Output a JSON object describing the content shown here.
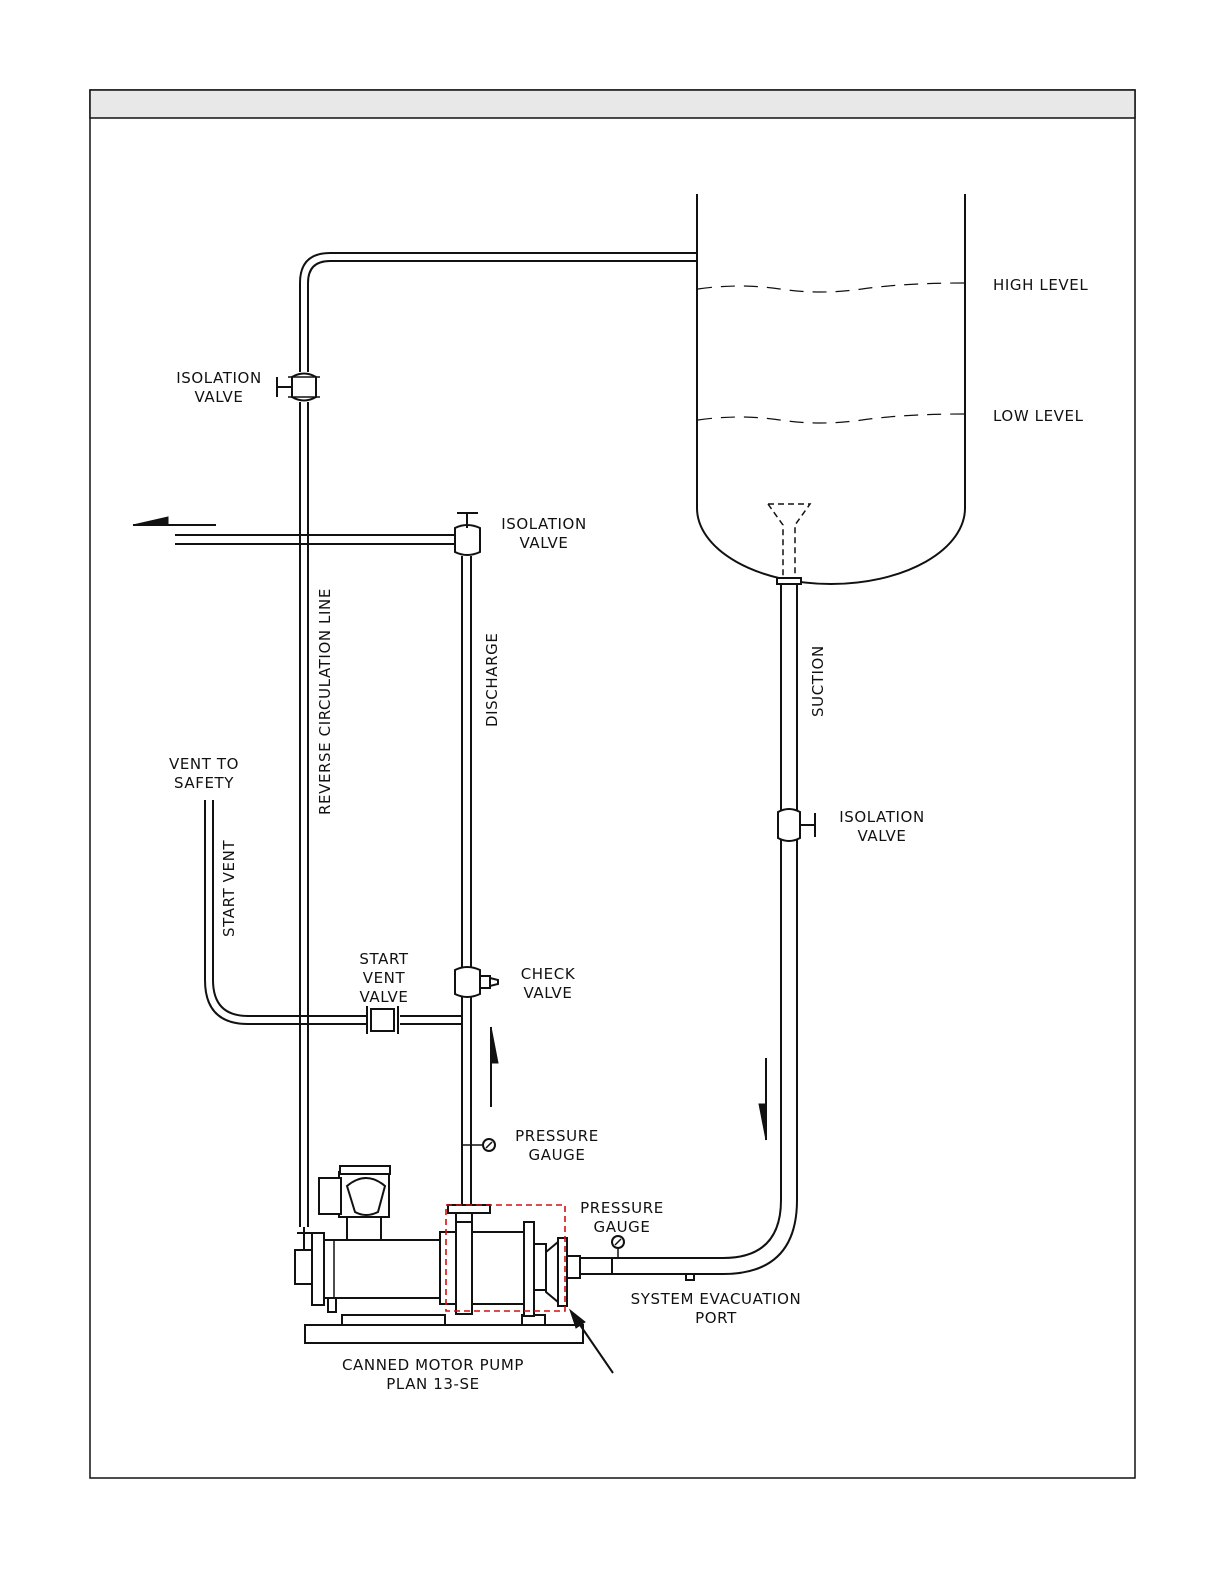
{
  "labels": {
    "high_level": "HIGH LEVEL",
    "low_level": "LOW LEVEL",
    "isolation_valve_top": [
      "ISOLATION",
      "VALVE"
    ],
    "isolation_valve_discharge": [
      "ISOLATION",
      "VALVE"
    ],
    "isolation_valve_suction": [
      "ISOLATION",
      "VALVE"
    ],
    "reverse_circulation_line": "REVERSE CIRCULATION LINE",
    "discharge": "DISCHARGE",
    "suction": "SUCTION",
    "vent_to_safety": [
      "VENT TO",
      "SAFETY"
    ],
    "start_vent": "START VENT",
    "start_vent_valve": [
      "START",
      "VENT",
      "VALVE"
    ],
    "check_valve": [
      "CHECK",
      "VALVE"
    ],
    "pressure_gauge_discharge": [
      "PRESSURE",
      "GAUGE"
    ],
    "pressure_gauge_suction": [
      "PRESSURE",
      "GAUGE"
    ],
    "system_evacuation_port": [
      "SYSTEM EVACUATION",
      "PORT"
    ],
    "pump_caption": [
      "CANNED MOTOR PUMP",
      "PLAN 13-SE"
    ]
  },
  "colors": {
    "line": "#111111",
    "highlight": "#d01010",
    "header_band": "#e8e8e8"
  }
}
